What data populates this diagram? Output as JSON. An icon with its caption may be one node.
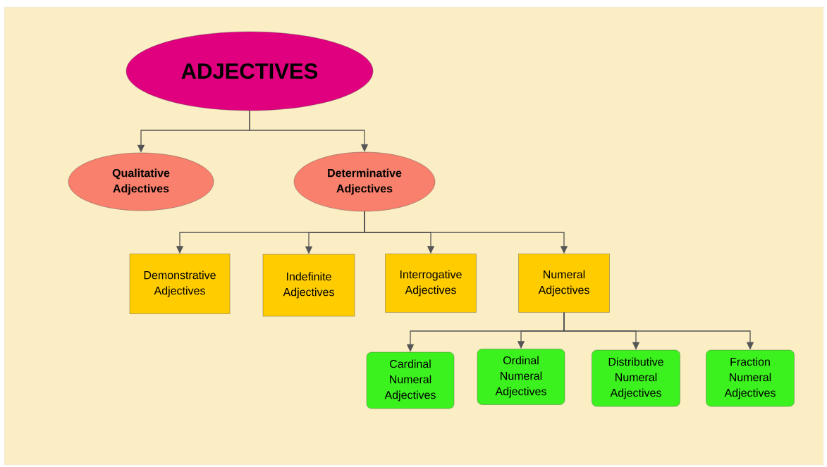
{
  "diagram": {
    "nodes": [
      {
        "text": [
          "ADJECTIVES"
        ]
      },
      {
        "text": [
          "Qualitative Adjectives"
        ]
      },
      {
        "text": [
          "Determinative Adjectives"
        ]
      },
      {
        "text": [
          "Demonstrative Adjectives"
        ]
      },
      {
        "text": [
          "Indefinite Adjectives"
        ]
      },
      {
        "text": [
          "Interrogative Adjectives"
        ]
      },
      {
        "text": [
          "Numeral Adjectives"
        ]
      },
      {
        "text": [
          "Cardinal Numeral Adjectives"
        ]
      },
      {
        "text": [
          "Ordinal Numeral Adjectives"
        ]
      },
      {
        "text": [
          "Distributive Numeral Adjectives"
        ]
      },
      {
        "text": [
          "Fraction Numeral Adjectives"
        ]
      }
    ],
    "edges": [
      {
        "from": 0,
        "to": 1,
        "arrow": "to"
      },
      {
        "from": 0,
        "to": 2,
        "arrow": "to"
      },
      {
        "from": 2,
        "to": 3,
        "arrow": "to"
      },
      {
        "from": 2,
        "to": 4,
        "arrow": "to"
      },
      {
        "from": 2,
        "to": 5,
        "arrow": "to"
      },
      {
        "from": 2,
        "to": 6,
        "arrow": "to"
      },
      {
        "from": 6,
        "to": 7,
        "arrow": "to"
      },
      {
        "from": 6,
        "to": 8,
        "arrow": "to"
      },
      {
        "from": 6,
        "to": 9,
        "arrow": "to"
      },
      {
        "from": 6,
        "to": 10,
        "arrow": "to"
      }
    ]
  }
}
